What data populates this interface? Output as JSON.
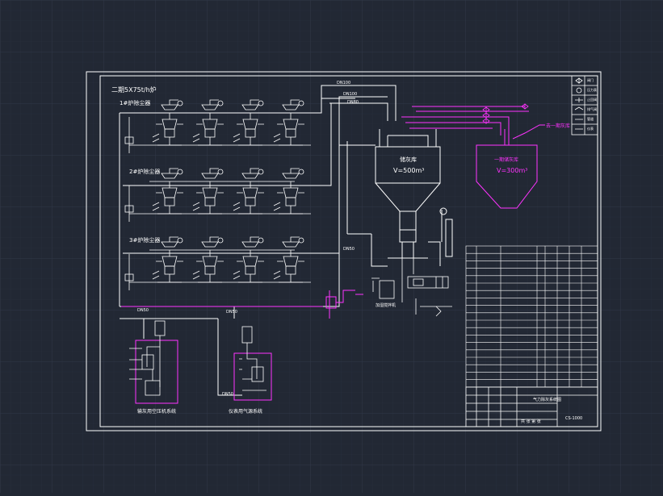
{
  "colors": {
    "background": "#222834",
    "grid": "#2c3340",
    "line": "#ffffff",
    "accent": "#ff33ff"
  },
  "labels": {
    "system_title": "二期5X75t/h炉",
    "row1": "1#炉除尘器",
    "row2": "2#炉除尘器",
    "row3": "3#炉除尘器",
    "main_silo_name": "储灰库",
    "main_silo_volume": "V=500m³",
    "second_silo_name": "一期储灰库",
    "second_silo_volume": "V=300m³",
    "to_first_phase": "去一期灰库",
    "compressor_left": "输灰用空压机系统",
    "compressor_right": "仪表用气源系统",
    "drawing_title": "气力除灰系统图",
    "drawing_no": "CS-1000",
    "sheet": "共 张 第 张"
  }
}
